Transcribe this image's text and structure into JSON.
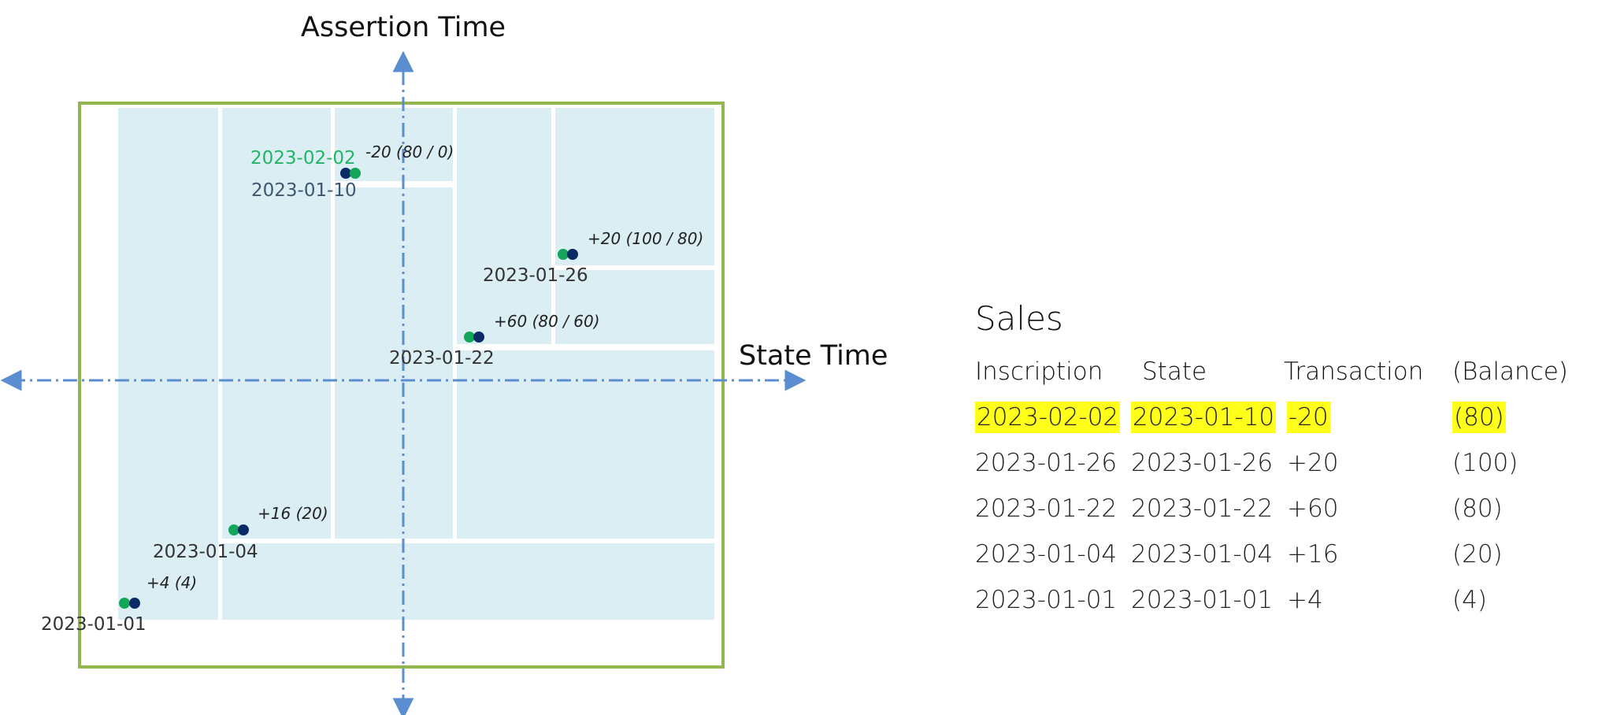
{
  "diagram": {
    "axis_vertical_label": "Assertion Time",
    "axis_horizontal_label": "State Time",
    "colors": {
      "frame": "#92b74e",
      "region": "#dbeef4",
      "axis": "#5b8ed0",
      "dot_green": "#13a65a",
      "dot_navy": "#0a2a66",
      "label_green": "#22b565",
      "label_blue": "#3f5670",
      "label_dark": "#333333"
    },
    "points": [
      {
        "name": "p-2023-01-01",
        "label": "2023-01-01",
        "annotation": "+4 (4)"
      },
      {
        "name": "p-2023-01-04",
        "label": "2023-01-04",
        "annotation": "+16 (20)"
      },
      {
        "name": "p-2023-01-22",
        "label": "2023-01-22",
        "annotation": "+60 (80 / 60)"
      },
      {
        "name": "p-2023-01-26",
        "label": "2023-01-26",
        "annotation": "+20 (100 / 80)"
      },
      {
        "name": "p-2023-01-10",
        "label": "2023-01-10",
        "label_assertion": "2023-02-02",
        "annotation": "-20 (80 / 0)"
      }
    ]
  },
  "table": {
    "title": "Sales",
    "headers": [
      "Inscription",
      "State",
      "Transaction",
      "(Balance)"
    ],
    "rows": [
      {
        "cells": [
          "2023-02-02",
          "2023-01-10",
          "-20",
          "(80)"
        ],
        "highlight": true
      },
      {
        "cells": [
          "2023-01-26",
          "2023-01-26",
          "+20",
          "(100)"
        ],
        "highlight": false
      },
      {
        "cells": [
          "2023-01-22",
          "2023-01-22",
          "+60",
          "(80)"
        ],
        "highlight": false
      },
      {
        "cells": [
          "2023-01-04",
          "2023-01-04",
          "+16",
          "(20)"
        ],
        "highlight": false
      },
      {
        "cells": [
          "2023-01-01",
          "2023-01-01",
          "+4",
          "(4)"
        ],
        "highlight": false
      }
    ],
    "highlight_color": "#ffff1a"
  }
}
